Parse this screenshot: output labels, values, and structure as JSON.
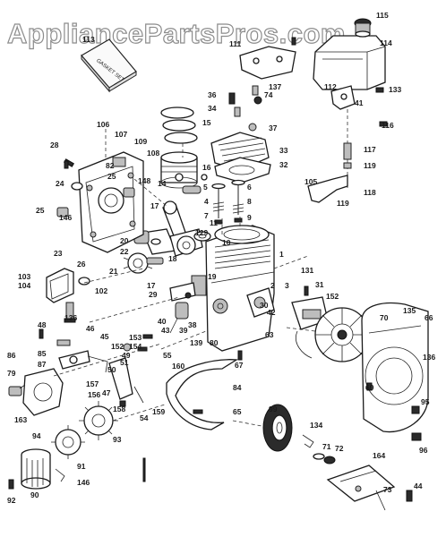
{
  "watermark": "AppliancePartsPros.com",
  "gasket_set_label": "GASKET SET",
  "part_labels": [
    {
      "id": "l115",
      "text": "115"
    },
    {
      "id": "l111",
      "text": "111"
    },
    {
      "id": "l113",
      "text": "113"
    },
    {
      "id": "l114",
      "text": "114"
    },
    {
      "id": "l137",
      "text": "137"
    },
    {
      "id": "l36",
      "text": "36"
    },
    {
      "id": "l74",
      "text": "74"
    },
    {
      "id": "l34",
      "text": "34"
    },
    {
      "id": "l112",
      "text": "112"
    },
    {
      "id": "l133",
      "text": "133"
    },
    {
      "id": "l41",
      "text": "41"
    },
    {
      "id": "l15",
      "text": "15"
    },
    {
      "id": "l37",
      "text": "37"
    },
    {
      "id": "l116",
      "text": "116"
    },
    {
      "id": "l106",
      "text": "106"
    },
    {
      "id": "l107",
      "text": "107"
    },
    {
      "id": "l109",
      "text": "109"
    },
    {
      "id": "l28",
      "text": "28"
    },
    {
      "id": "l33",
      "text": "33"
    },
    {
      "id": "l117",
      "text": "117"
    },
    {
      "id": "l108",
      "text": "108"
    },
    {
      "id": "l32",
      "text": "32"
    },
    {
      "id": "l119a",
      "text": "119"
    },
    {
      "id": "l82",
      "text": "82"
    },
    {
      "id": "l16",
      "text": "16"
    },
    {
      "id": "l24",
      "text": "24"
    },
    {
      "id": "l148",
      "text": "148"
    },
    {
      "id": "l14",
      "text": "14"
    },
    {
      "id": "l105",
      "text": "105"
    },
    {
      "id": "l25",
      "text": "25"
    },
    {
      "id": "l5",
      "text": "5"
    },
    {
      "id": "l6",
      "text": "6"
    },
    {
      "id": "l118",
      "text": "118"
    },
    {
      "id": "l119b",
      "text": "119"
    },
    {
      "id": "l4",
      "text": "4"
    },
    {
      "id": "l8",
      "text": "8"
    },
    {
      "id": "l25b",
      "text": "25"
    },
    {
      "id": "l146",
      "text": "146"
    },
    {
      "id": "l17",
      "text": "17"
    },
    {
      "id": "l7",
      "text": "7"
    },
    {
      "id": "l9",
      "text": "9"
    },
    {
      "id": "l11",
      "text": "11"
    },
    {
      "id": "l129",
      "text": "129"
    },
    {
      "id": "l23",
      "text": "23"
    },
    {
      "id": "l20",
      "text": "20"
    },
    {
      "id": "l10",
      "text": "10"
    },
    {
      "id": "l26",
      "text": "26"
    },
    {
      "id": "l22",
      "text": "22"
    },
    {
      "id": "l1",
      "text": "1"
    },
    {
      "id": "l18",
      "text": "18"
    },
    {
      "id": "l103",
      "text": "103"
    },
    {
      "id": "l104",
      "text": "104"
    },
    {
      "id": "l21",
      "text": "21"
    },
    {
      "id": "l131",
      "text": "131"
    },
    {
      "id": "l102",
      "text": "102"
    },
    {
      "id": "l17b",
      "text": "17"
    },
    {
      "id": "l19",
      "text": "19"
    },
    {
      "id": "l31",
      "text": "31"
    },
    {
      "id": "l29",
      "text": "29"
    },
    {
      "id": "l2",
      "text": "2"
    },
    {
      "id": "l3",
      "text": "3"
    },
    {
      "id": "l152",
      "text": "152"
    },
    {
      "id": "l136",
      "text": "136"
    },
    {
      "id": "l135",
      "text": "135"
    },
    {
      "id": "l66",
      "text": "66"
    },
    {
      "id": "l30",
      "text": "30"
    },
    {
      "id": "l40",
      "text": "40"
    },
    {
      "id": "l42",
      "text": "42"
    },
    {
      "id": "l70",
      "text": "70"
    },
    {
      "id": "l136b",
      "text": "136"
    },
    {
      "id": "l48",
      "text": "48"
    },
    {
      "id": "l46",
      "text": "46"
    },
    {
      "id": "l43",
      "text": "43"
    },
    {
      "id": "l39",
      "text": "39"
    },
    {
      "id": "l38",
      "text": "38"
    },
    {
      "id": "l45",
      "text": "45"
    },
    {
      "id": "l153",
      "text": "153"
    },
    {
      "id": "l154",
      "text": "154"
    },
    {
      "id": "l80",
      "text": "80"
    },
    {
      "id": "l63",
      "text": "63"
    },
    {
      "id": "l86",
      "text": "86"
    },
    {
      "id": "l85",
      "text": "85"
    },
    {
      "id": "l152b",
      "text": "152"
    },
    {
      "id": "l55",
      "text": "55"
    },
    {
      "id": "l139",
      "text": "139"
    },
    {
      "id": "l67",
      "text": "67"
    },
    {
      "id": "l87",
      "text": "87"
    },
    {
      "id": "l49",
      "text": "49"
    },
    {
      "id": "l160",
      "text": "160"
    },
    {
      "id": "l79",
      "text": "79"
    },
    {
      "id": "l51",
      "text": "51"
    },
    {
      "id": "l50",
      "text": "50"
    },
    {
      "id": "l157",
      "text": "157"
    },
    {
      "id": "l47",
      "text": "47"
    },
    {
      "id": "l84",
      "text": "84"
    },
    {
      "id": "l156",
      "text": "156"
    },
    {
      "id": "l69",
      "text": "69"
    },
    {
      "id": "l95",
      "text": "95"
    },
    {
      "id": "l163",
      "text": "163"
    },
    {
      "id": "l158",
      "text": "158"
    },
    {
      "id": "l159",
      "text": "159"
    },
    {
      "id": "l65",
      "text": "65"
    },
    {
      "id": "l54",
      "text": "54"
    },
    {
      "id": "l99",
      "text": "99"
    },
    {
      "id": "l134",
      "text": "134"
    },
    {
      "id": "l94",
      "text": "94"
    },
    {
      "id": "l93",
      "text": "93"
    },
    {
      "id": "l96",
      "text": "96"
    },
    {
      "id": "l71",
      "text": "71"
    },
    {
      "id": "l72",
      "text": "72"
    },
    {
      "id": "l164",
      "text": "164"
    },
    {
      "id": "l91",
      "text": "91"
    },
    {
      "id": "l90",
      "text": "90"
    },
    {
      "id": "l146b",
      "text": "146"
    },
    {
      "id": "l73",
      "text": "73"
    },
    {
      "id": "l44",
      "text": "44"
    },
    {
      "id": "l92",
      "text": "92"
    }
  ]
}
